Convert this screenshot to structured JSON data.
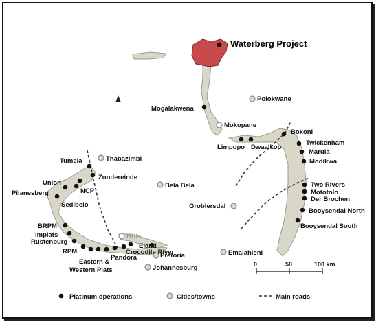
{
  "project": {
    "title": "Waterberg Project",
    "color": "#c94a4a"
  },
  "colors": {
    "bushveld": "#d9d7c8",
    "bushveld_edge": "#9c9a8c",
    "op_dot": "#111111",
    "city_fill": "#d8d8d8",
    "city_edge": "#888888"
  },
  "operations": [
    {
      "id": "mogalakwena",
      "label": "Mogalakwena"
    },
    {
      "id": "limpopo",
      "label": "Limpopo"
    },
    {
      "id": "dwaalkop",
      "label": "Dwaalkop"
    },
    {
      "id": "bokoni",
      "label": "Bokoni"
    },
    {
      "id": "twickenham",
      "label": "Twickenham"
    },
    {
      "id": "marula",
      "label": "Marula"
    },
    {
      "id": "modikwa",
      "label": "Modikwa"
    },
    {
      "id": "two-rivers",
      "label": "Two Rivers"
    },
    {
      "id": "mototolo",
      "label": "Mototolo"
    },
    {
      "id": "der-brochen",
      "label": "Der Brochen"
    },
    {
      "id": "booysendal-north",
      "label": "Booysendal North"
    },
    {
      "id": "booysendal-south",
      "label": "Booysendal South"
    },
    {
      "id": "tumela",
      "label": "Tumela"
    },
    {
      "id": "zondereinde",
      "label": "Zondereinde"
    },
    {
      "id": "union",
      "label": "Union"
    },
    {
      "id": "ncp",
      "label": "NCP"
    },
    {
      "id": "pilanesberg",
      "label": "Pilanesberg"
    },
    {
      "id": "sedibelo",
      "label": "Sedibelo"
    },
    {
      "id": "brpm",
      "label": "BRPM"
    },
    {
      "id": "implats",
      "label": "Implats"
    },
    {
      "id": "rustenburg",
      "label": "Rustenburg"
    },
    {
      "id": "rpm",
      "label": "RPM"
    },
    {
      "id": "eastern-western-plats",
      "label": "Eastern & Western Plats"
    },
    {
      "id": "pandora",
      "label": "Pandora"
    },
    {
      "id": "crocodile-river",
      "label": "Crocodile River"
    },
    {
      "id": "eland",
      "label": "Eland"
    }
  ],
  "cities": [
    {
      "id": "polokwane",
      "label": "Polokwane"
    },
    {
      "id": "mokopane",
      "label": "Mokopane"
    },
    {
      "id": "thabazimbi",
      "label": "Thabazimbi"
    },
    {
      "id": "bela-bela",
      "label": "Bela Bela"
    },
    {
      "id": "groblersdal",
      "label": "Groblersdal"
    },
    {
      "id": "brits",
      "label": "Brits"
    },
    {
      "id": "pretoria",
      "label": "Pretoria"
    },
    {
      "id": "johannesburg",
      "label": "Johannesburg"
    },
    {
      "id": "emalahleni",
      "label": "Emalahleni"
    }
  ],
  "scale": {
    "ticks": [
      "0",
      "50",
      "100 km"
    ]
  },
  "legend": {
    "operations": "Platinum operations",
    "cities": "Cities/towns",
    "roads": "Main roads"
  }
}
